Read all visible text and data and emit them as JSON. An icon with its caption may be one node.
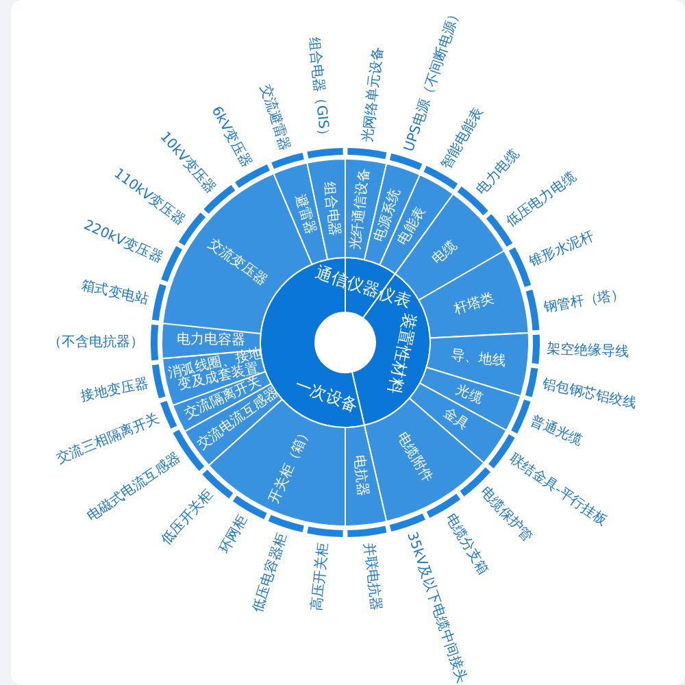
{
  "diagram": {
    "nodes": [
      {
        "text": [
          "通信仪器仪表"
        ]
      },
      {
        "text": [
          "装置性材料"
        ]
      },
      {
        "text": [
          "一次设备"
        ]
      },
      {
        "text": [
          "光纤通信设备"
        ]
      },
      {
        "text": [
          "电源系统"
        ]
      },
      {
        "text": [
          "电能表"
        ]
      },
      {
        "text": [
          "电缆"
        ]
      },
      {
        "text": [
          "杆塔类"
        ]
      },
      {
        "text": [
          "导、地线"
        ]
      },
      {
        "text": [
          "光缆"
        ]
      },
      {
        "text": [
          "金具"
        ]
      },
      {
        "text": [
          "电缆附件"
        ]
      },
      {
        "text": [
          "电抗器"
        ]
      },
      {
        "text": [
          "开关柜（箱）"
        ]
      },
      {
        "text": [
          "交流电流互感器"
        ]
      },
      {
        "text": [
          "交流隔离开关"
        ]
      },
      {
        "text": [
          "消弧线圈、接地变及成套装置"
        ]
      },
      {
        "text": [
          "电力电容器"
        ]
      },
      {
        "text": [
          "交流变压器"
        ]
      },
      {
        "text": [
          "避雷器"
        ]
      },
      {
        "text": [
          "组合电器"
        ]
      },
      {
        "text": [
          "光网络单元设备"
        ]
      },
      {
        "text": [
          "UPS电源（不间断电源）"
        ]
      },
      {
        "text": [
          "智能电能表"
        ]
      },
      {
        "text": [
          "电力电缆"
        ]
      },
      {
        "text": [
          "低压电力电缆"
        ]
      },
      {
        "text": [
          "锥形水泥杆"
        ]
      },
      {
        "text": [
          "钢管杆（塔）"
        ]
      },
      {
        "text": [
          "架空绝缘导线"
        ]
      },
      {
        "text": [
          "铝包钢芯铝绞线"
        ]
      },
      {
        "text": [
          "普通光缆"
        ]
      },
      {
        "text": [
          "联结金具-平行挂板"
        ]
      },
      {
        "text": [
          "电缆保护管"
        ]
      },
      {
        "text": [
          "电缆分支箱"
        ]
      },
      {
        "text": [
          "35kV及以下电缆中间接头"
        ]
      },
      {
        "text": [
          "并联电抗器"
        ]
      },
      {
        "text": [
          "高压开关柜"
        ]
      },
      {
        "text": [
          "低压电容器柜"
        ]
      },
      {
        "text": [
          "环网柜"
        ]
      },
      {
        "text": [
          "低压开关柜"
        ]
      },
      {
        "text": [
          "电磁式电流互感器"
        ]
      },
      {
        "text": [
          "交流三相隔离开关"
        ]
      },
      {
        "text": [
          "接地变压器"
        ]
      },
      {
        "text": [
          "（不含电抗器）"
        ]
      },
      {
        "text": [
          "箱式变电站"
        ]
      },
      {
        "text": [
          "220kV变压器"
        ]
      },
      {
        "text": [
          "110kV变压器"
        ]
      },
      {
        "text": [
          "10kV变压器"
        ]
      },
      {
        "text": [
          "6kV变压器"
        ]
      },
      {
        "text": [
          "交流避雷器"
        ]
      },
      {
        "text": [
          "组合电器（GIS）"
        ]
      }
    ]
  }
}
